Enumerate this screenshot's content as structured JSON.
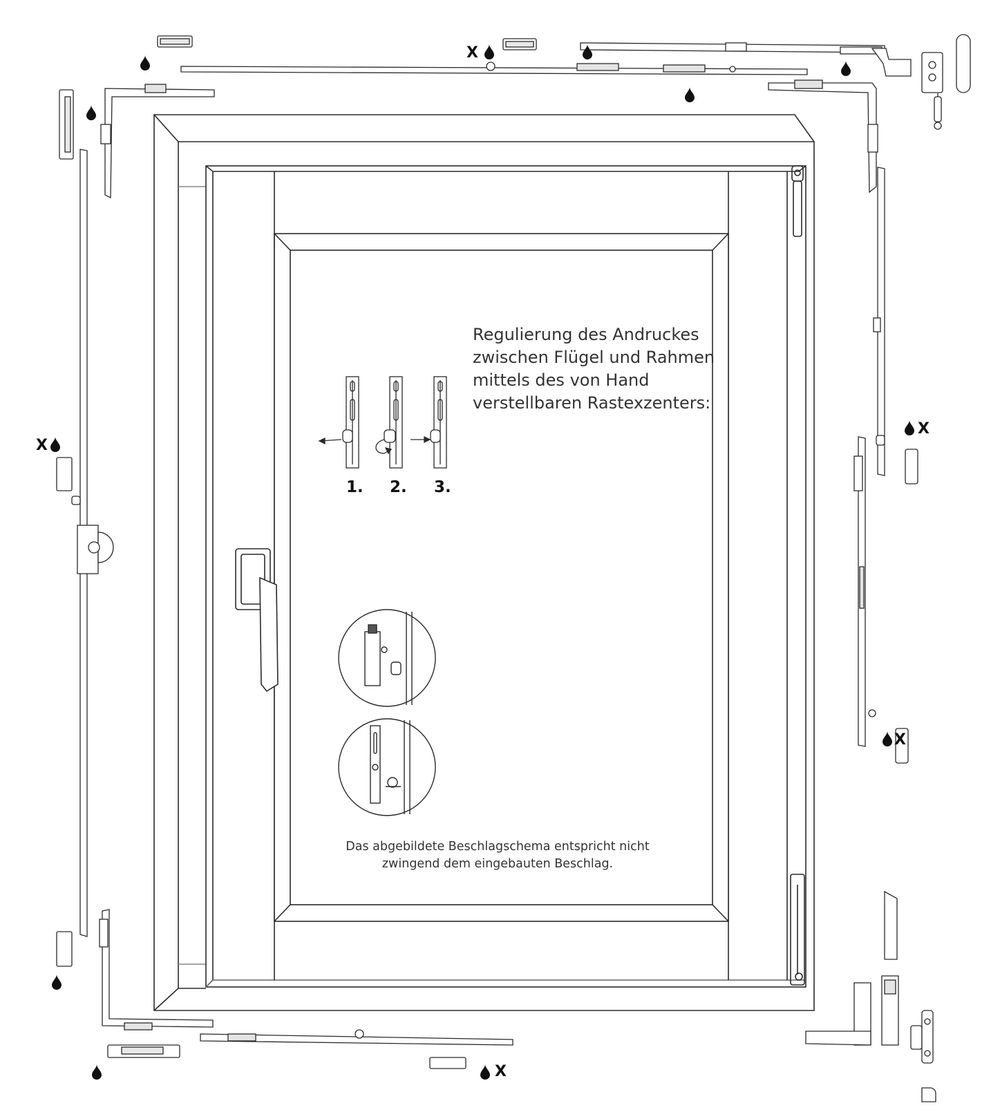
{
  "instruction": {
    "lines": [
      "Regulierung des Andruckes",
      "zwischen Flügel und Rahmen",
      "mittels des von Hand",
      "verstellbaren Rastexzenters:"
    ]
  },
  "steps": [
    "1.",
    "2.",
    "3."
  ],
  "note": {
    "lines": [
      "Das abgebildete Beschlagschema entspricht nicht",
      "zwingend dem eingebauten Beschlag."
    ]
  },
  "marks": {
    "x": "X"
  },
  "icons": {
    "lubrication": "oil-drop-icon"
  },
  "colors": {
    "line": "#2a2a2a",
    "fill": "#ffffff",
    "metal": "#ececec"
  }
}
